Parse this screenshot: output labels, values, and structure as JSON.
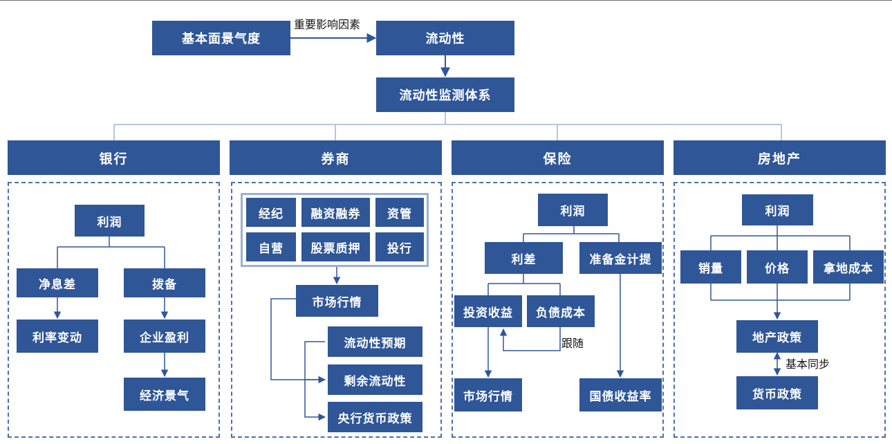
{
  "colors": {
    "box": "#2f5697",
    "line": "#2f5697",
    "dash": "#4a6fae"
  },
  "top": {
    "fundamental": "基本面景气度",
    "edge_label": "重要影响因素",
    "liquidity": "流动性",
    "monitor": "流动性监测体系"
  },
  "sectors": [
    {
      "name": "银行"
    },
    {
      "name": "券商"
    },
    {
      "name": "保险"
    },
    {
      "name": "房地产"
    }
  ],
  "bank": {
    "profit": "利润",
    "nim": "净息差",
    "provision": "拨备",
    "rate_change": "利率变动",
    "corp_profit": "企业盈利",
    "economy": "经济景气"
  },
  "broker": {
    "brokerage": "经纪",
    "margin": "融资融券",
    "asset_mgmt": "资管",
    "proprietary": "自营",
    "pledge": "股票质押",
    "ib": "投行",
    "market": "市场行情",
    "liq_expect": "流动性预期",
    "excess_liq": "剩余流动性",
    "cb_policy": "央行货币政策"
  },
  "insurance": {
    "profit": "利润",
    "spread": "利差",
    "reserve": "准备金计提",
    "inv_return": "投资收益",
    "liab_cost": "负债成本",
    "follow": "跟随",
    "market": "市场行情",
    "bond_yield": "国债收益率"
  },
  "realestate": {
    "profit": "利润",
    "sales": "销量",
    "price": "价格",
    "land_cost": "拿地成本",
    "re_policy": "地产政策",
    "sync": "基本同步",
    "monetary": "货币政策"
  }
}
